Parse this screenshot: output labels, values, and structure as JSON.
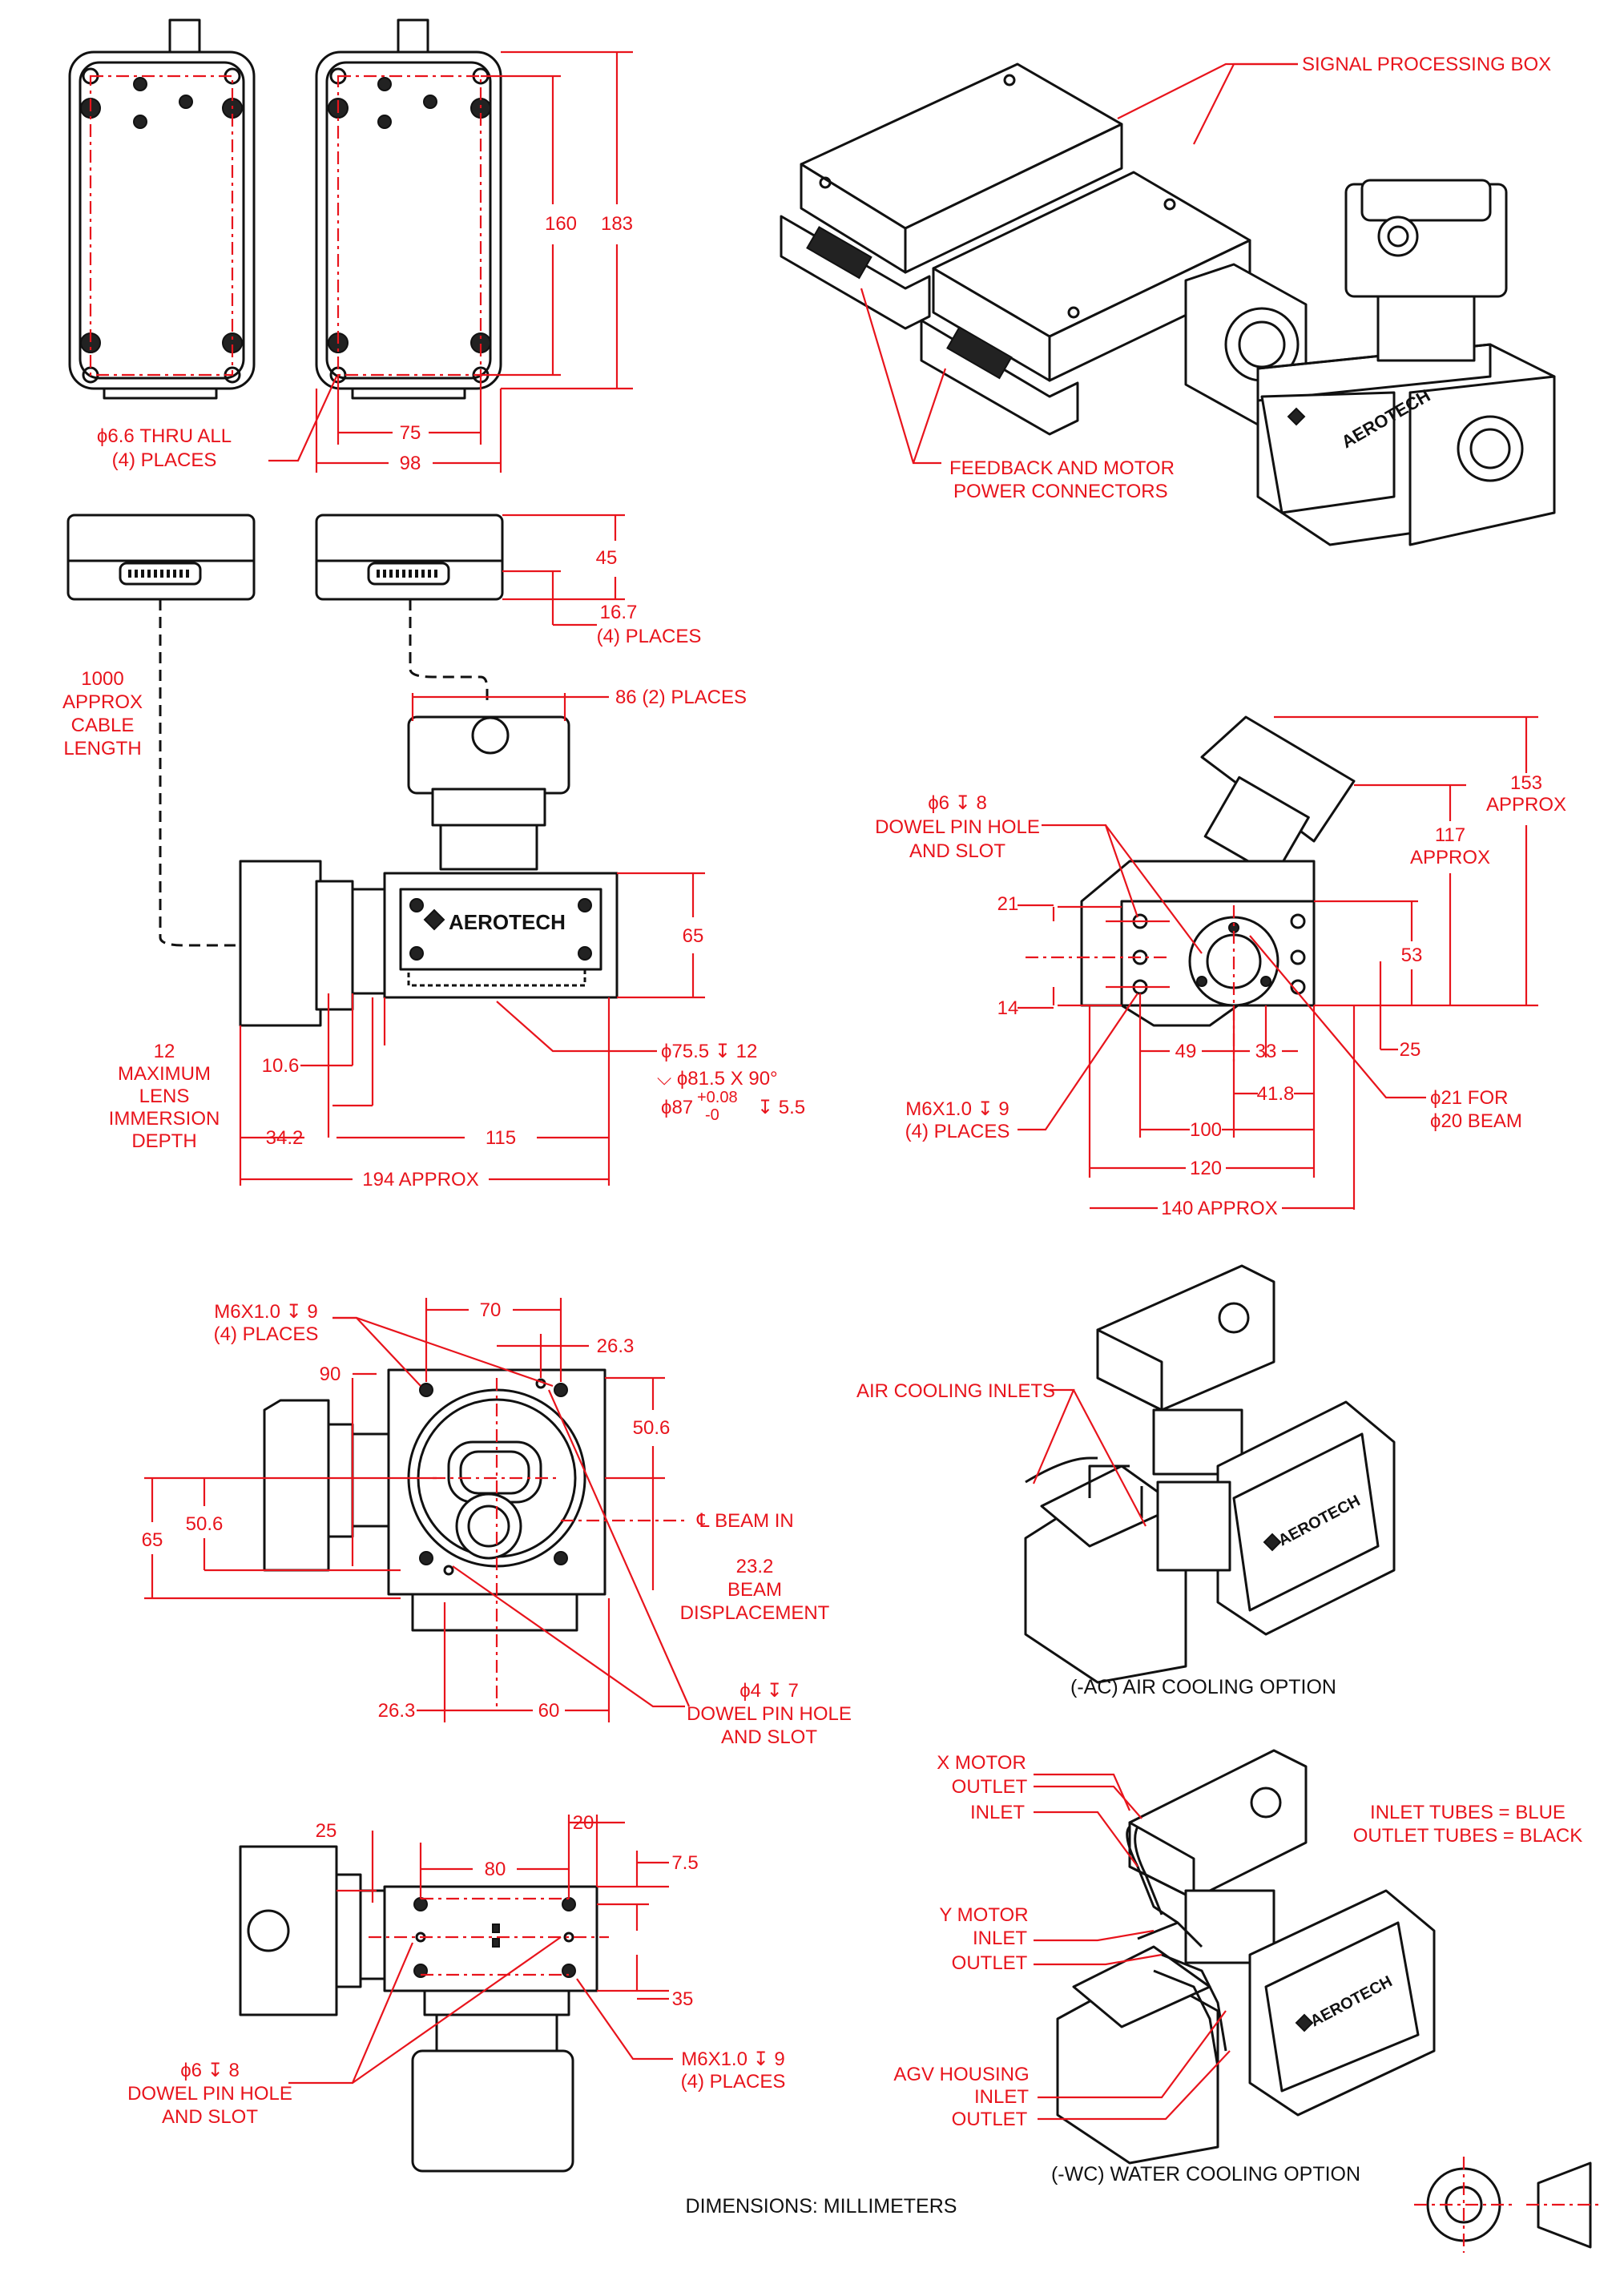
{
  "drawing": {
    "footer": "DIMENSIONS:  MILLIMETERS",
    "top_views": {
      "hole_note": [
        "ϕ6.6 THRU ALL",
        "(4) PLACES"
      ],
      "dims": {
        "height_inner": "160",
        "height_outer": "183",
        "width_inner": "75",
        "width_outer": "98"
      }
    },
    "connector_views": {
      "dims": {
        "height": "45",
        "offset": "16.7",
        "offset_note": "(4) PLACES"
      },
      "cable_note": [
        "1000",
        "APPROX",
        "CABLE",
        "LENGTH"
      ]
    },
    "iso_top": {
      "callout_box": "SIGNAL PROCESSING BOX",
      "callout_conn": [
        "FEEDBACK AND MOTOR",
        "POWER CONNECTORS"
      ]
    },
    "side_view": {
      "top_dim": "86 (2) PLACES",
      "height": "65",
      "lens_note": [
        "12",
        "MAXIMUM",
        "LENS",
        "IMMERSION",
        "DEPTH"
      ],
      "d106": "10.6",
      "d342": "34.2",
      "d115": "115",
      "d194": "194 APPROX",
      "bore_notes": [
        "ϕ75.5 ↧ 12",
        "⌵ ϕ81.5 X 90°",
        "ϕ87",
        "+0.08",
        "-0",
        "↧ 5.5"
      ]
    },
    "front_view": {
      "dowel_note": [
        "ϕ6 ↧ 8",
        "DOWEL PIN HOLE",
        "AND SLOT"
      ],
      "h153": [
        "153",
        "APPROX"
      ],
      "h117": [
        "117",
        "APPROX"
      ],
      "d21": "21",
      "d14": "14",
      "d53": "53",
      "d25": "25",
      "d49": "49",
      "d33": "33",
      "d418": "41.8",
      "d100": "100",
      "d120": "120",
      "d140": "140 APPROX",
      "tap_note": [
        "M6X1.0 ↧ 9",
        "(4) PLACES"
      ],
      "beam_note": [
        "ϕ21 FOR",
        "ϕ20 BEAM"
      ]
    },
    "bottom_view": {
      "tap_note": [
        "M6X1.0 ↧ 9",
        "(4) PLACES"
      ],
      "d70": "70",
      "d263a": "26.3",
      "d90": "90",
      "d506a": "50.6",
      "d65": "65",
      "d506b": "50.6",
      "beam_in": "℄ BEAM IN",
      "displacement": [
        "23.2",
        "BEAM",
        "DISPLACEMENT"
      ],
      "d263b": "26.3",
      "d60": "60",
      "dowel_note": [
        "ϕ4 ↧ 7",
        "DOWEL PIN HOLE",
        "AND SLOT"
      ]
    },
    "mount_view": {
      "d20": "20",
      "d25": "25",
      "d80": "80",
      "d75": "7.5",
      "d35": "35",
      "dowel_note": [
        "ϕ6 ↧ 8",
        "DOWEL PIN HOLE",
        "AND SLOT"
      ],
      "tap_note": [
        "M6X1.0 ↧ 9",
        "(4) PLACES"
      ]
    },
    "air_option": {
      "inlets": "AIR COOLING INLETS",
      "caption": "(-AC) AIR COOLING OPTION"
    },
    "water_option": {
      "x_motor": [
        "X MOTOR",
        "OUTLET",
        "INLET"
      ],
      "y_motor": [
        "Y MOTOR",
        "INLET",
        "OUTLET"
      ],
      "agv": [
        "AGV HOUSING",
        "INLET",
        "OUTLET"
      ],
      "tube_legend": [
        "INLET TUBES = BLUE",
        "OUTLET TUBES = BLACK"
      ],
      "caption": "(-WC) WATER COOLING OPTION"
    },
    "brand_label": "AEROTECH"
  }
}
